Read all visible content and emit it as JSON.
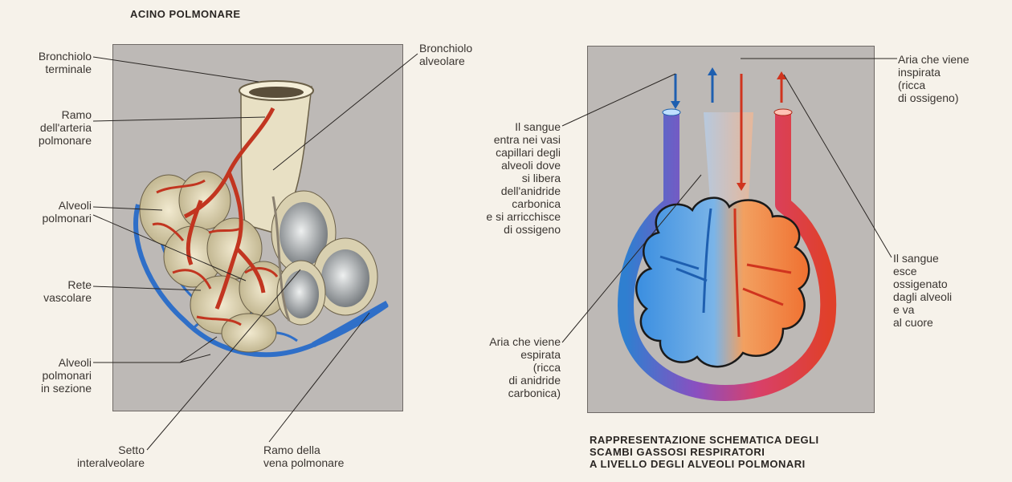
{
  "left": {
    "title": "ACINO POLMONARE",
    "labels": {
      "bronchiolo_terminale": "Bronchiolo\nterminale",
      "ramo_arteria": "Ramo\ndell'arteria\npolmonare",
      "alveoli_polmonari": "Alveoli\npolmonari",
      "rete_vascolare": "Rete\nvascolare",
      "alveoli_sezione": "Alveoli\npolmonari\nin sezione",
      "setto": "Setto\ninteralveolare",
      "bronchiolo_alveolare": "Bronchiolo\nalveolare",
      "ramo_vena": "Ramo della\nvena polmonare"
    }
  },
  "right": {
    "title": "RAPPRESENTAZIONE SCHEMATICA DEGLI\nSCAMBI GASSOSI RESPIRATORI\nA LIVELLO DEGLI ALVEOLI POLMONARI",
    "labels": {
      "sangue_entra": "Il sangue\nentra nei vasi\ncapillari degli\nalveoli dove\nsi libera\ndell'anidride\ncarbonica\ne si arricchisce\ndi ossigeno",
      "aria_espirata": "Aria che viene\nespirata\n(ricca\ndi anidride\ncarbonica)",
      "aria_inspirata": "Aria che viene\ninspirata\n(ricca\ndi ossigeno)",
      "sangue_esce": "Il sangue\nesce\nossigenato\ndagli alveoli\ne va\nal cuore"
    }
  },
  "colors": {
    "panel": "#bdb9b6",
    "venous": "#2f7fd0",
    "arterial": "#e0402a",
    "tissue": "#e4dcc0"
  }
}
